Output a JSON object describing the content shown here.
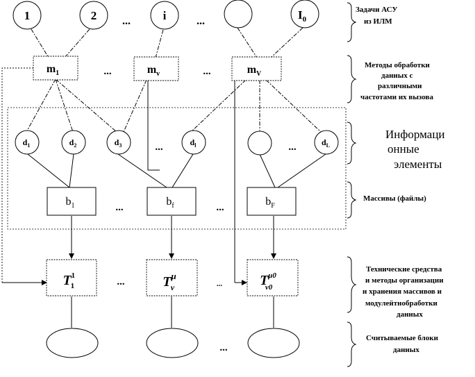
{
  "tasks": [
    "1",
    "2",
    "...",
    "i",
    "...",
    "",
    "I"
  ],
  "tasks_last_sub": "0",
  "methods": {
    "m1": {
      "base": "m",
      "sub": "1"
    },
    "mv": {
      "base": "m",
      "sub": "v"
    },
    "mV": {
      "base": "m",
      "sub": "V"
    },
    "dots": "..."
  },
  "info_elements": {
    "d1": {
      "base": "d",
      "sub": "1"
    },
    "d2": {
      "base": "d",
      "sub": "2"
    },
    "d3": {
      "base": "d",
      "sub": "3"
    },
    "dl": {
      "base": "d",
      "sub": "l"
    },
    "dL": {
      "base": "d",
      "sub": "L"
    },
    "dots": "..."
  },
  "arrays": {
    "b1": {
      "base": "b",
      "sub": "1"
    },
    "bf": {
      "base": "b",
      "sub": "f"
    },
    "bF": {
      "base": "b",
      "sub": "F"
    },
    "dots": "..."
  },
  "tech": {
    "t1": {
      "base": "T",
      "sub": "1",
      "sup": "1"
    },
    "tv": {
      "base": "T",
      "sub": "ν",
      "sup": "μ"
    },
    "tv0": {
      "base": "T",
      "sub": "ν0",
      "sup": "μ0"
    },
    "dots": "..."
  },
  "blocks_dots": "...",
  "side_labels": {
    "tasks": [
      "Задачи АСУ",
      "из ИЛМ"
    ],
    "methods": [
      "Методы обработки",
      "данных с",
      "различными",
      "частотами их вызова"
    ],
    "info": [
      "Информаци",
      "онные",
      "элементы"
    ],
    "arrays": [
      "Массивы (файлы)"
    ],
    "tech": [
      "Технические средства",
      "и методы организации",
      "и хранения  массивов и",
      "модулейтнобработки",
      "данных"
    ],
    "blocks": [
      "Считываемые блоки",
      "данных"
    ]
  }
}
